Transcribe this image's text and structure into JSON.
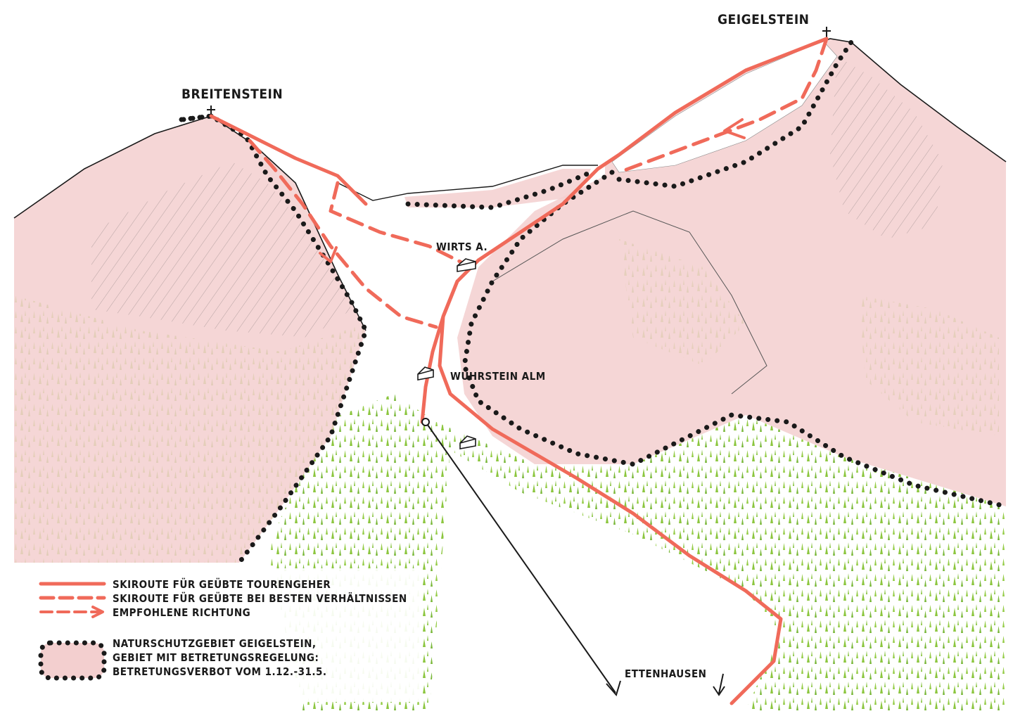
{
  "map": {
    "peaks": {
      "breitenstein": "BREITENSTEIN",
      "geigelstein": "GEIGELSTEIN"
    },
    "places": {
      "wirtsalm": "WIRTS A.",
      "wuhrsteinalm": "WUHRSTEIN ALM",
      "ettenhausen": "ETTENHAUSEN"
    },
    "colors": {
      "route": "#f06a5a",
      "protected_area_fill": "#f3cfcf",
      "boundary": "#1a1a1a",
      "forest": "#8cc63f"
    }
  },
  "legend": {
    "route_experienced": "SKIROUTE FÜR GEÜBTE TOURENGEHER",
    "route_best_conditions": "SKIROUTE FÜR GEÜBTE BEI BESTEN VERHÄLTNISSEN",
    "recommended_direction": "EMPFOHLENE RICHTUNG",
    "protected_area_line1": "NATURSCHUTZGEBIET GEIGELSTEIN,",
    "protected_area_line2": "GEBIET MIT BETRETUNGSREGELUNG:",
    "protected_area_line3": "BETRETUNGSVERBOT VOM 1.12.-31.5."
  }
}
